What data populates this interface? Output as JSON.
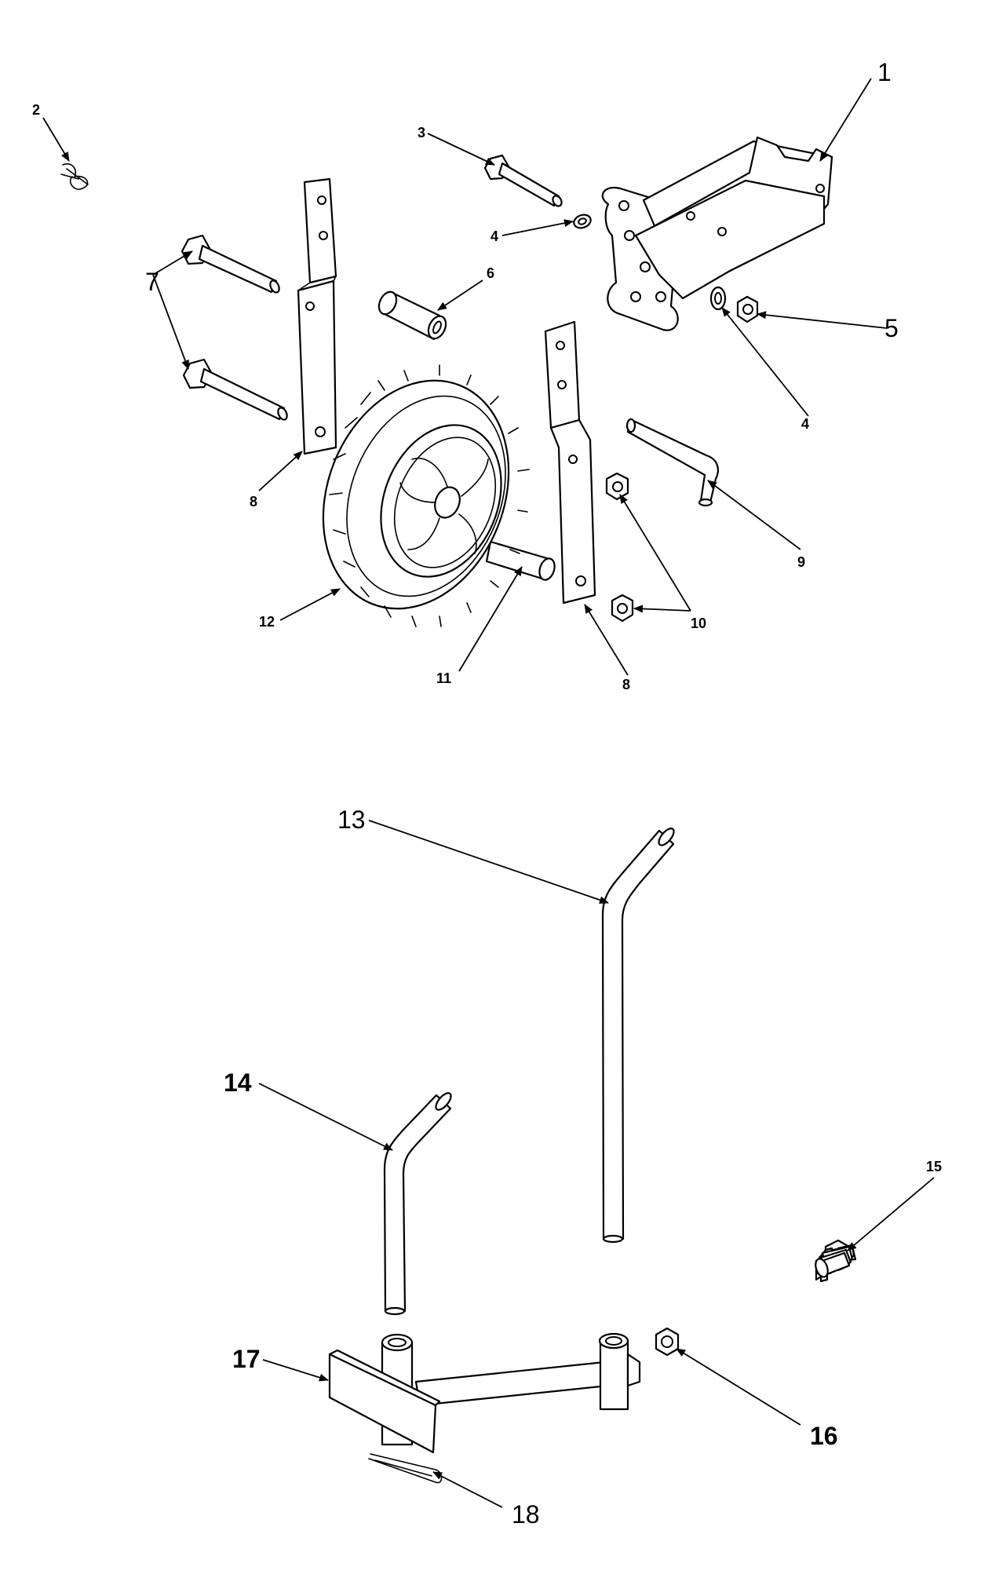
{
  "labels": {
    "p1": "1",
    "p2": "2",
    "p3": "3",
    "p4a": "4",
    "p4b": "4",
    "p5": "5",
    "p6": "6",
    "p7": "7",
    "p8a": "8",
    "p8b": "8",
    "p9": "9",
    "p10": "10",
    "p11": "11",
    "p12": "12",
    "p13": "13",
    "p14": "14",
    "p15": "15",
    "p16": "16",
    "p17": "17",
    "p18": "18"
  }
}
